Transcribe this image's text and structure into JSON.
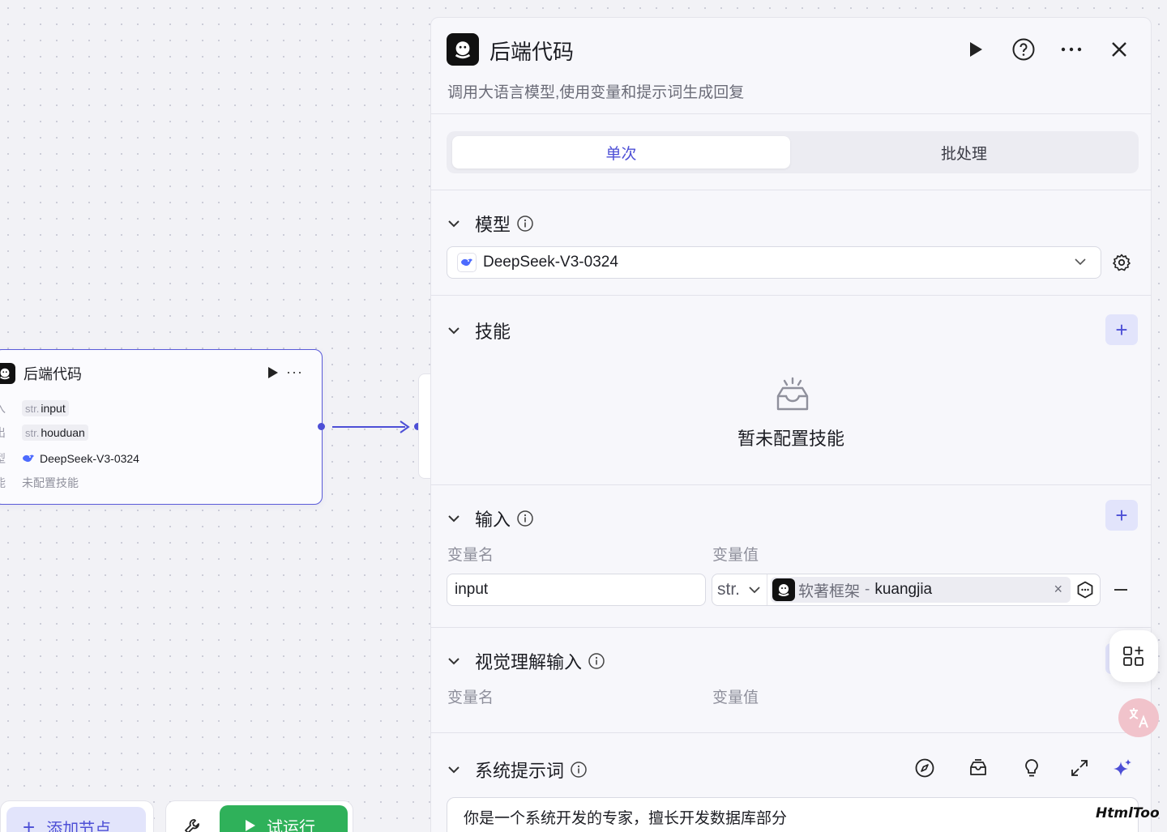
{
  "canvas_node": {
    "title": "后端代码",
    "rows": [
      {
        "label": "输入",
        "type": "str.",
        "value": "input"
      },
      {
        "label": "输出",
        "type": "str.",
        "value": "houduan"
      },
      {
        "label": "模型",
        "value": "DeepSeek-V3-0324"
      },
      {
        "label": "技能",
        "value": "未配置技能"
      }
    ]
  },
  "toolbar": {
    "add_node_label": "添加节点",
    "test_run_label": "试运行"
  },
  "panel": {
    "title": "后端代码",
    "description": "调用大语言模型,使用变量和提示词生成回复",
    "tabs": [
      {
        "label": "单次",
        "active": true
      },
      {
        "label": "批处理",
        "active": false
      }
    ],
    "model_section": {
      "title": "模型",
      "selected_model": "DeepSeek-V3-0324"
    },
    "skills_section": {
      "title": "技能",
      "empty_text": "暂未配置技能"
    },
    "input_section": {
      "title": "输入",
      "col_name": "变量名",
      "col_value": "变量值",
      "row": {
        "name": "input",
        "type": "str.",
        "ref_source": "软著框架",
        "ref_sep": "-",
        "ref_var": "kuangjia"
      }
    },
    "vision_section": {
      "title": "视觉理解输入",
      "col_name": "变量名",
      "col_value": "变量值"
    },
    "system_prompt_section": {
      "title": "系统提示词",
      "content": "你是一个系统开发的专家，擅长开发数据库部分"
    }
  },
  "watermark": "HtmlToo",
  "colors": {
    "accent": "#4d4fd6",
    "accent_light": "#e2e4fb",
    "run_green": "#2fb15a"
  }
}
